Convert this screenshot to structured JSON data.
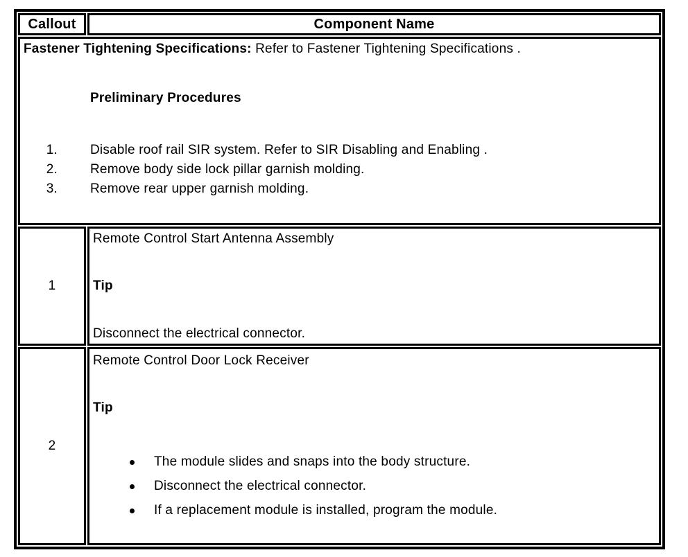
{
  "colors": {
    "border": "#000000",
    "background": "#ffffff",
    "text": "#000000"
  },
  "table": {
    "header": {
      "callout_label": "Callout",
      "component_label": "Component Name"
    },
    "intro": {
      "lead_bold": "Fastener Tightening Specifications:",
      "lead_rest": " Refer to Fastener Tightening Specifications .",
      "subheading": "Preliminary Procedures",
      "step_markers": [
        "1.",
        "2.",
        "3."
      ],
      "steps": [
        "Disable roof rail SIR system. Refer to SIR Disabling and Enabling .",
        "Remove body side lock pillar garnish molding.",
        "Remove rear upper garnish molding."
      ]
    },
    "rows": [
      {
        "callout": "1",
        "title": "Remote Control Start Antenna Assembly",
        "tip_label": "Tip",
        "tip_text": "Disconnect the electrical connector."
      },
      {
        "callout": "2",
        "title": "Remote Control Door Lock Receiver",
        "tip_label": "Tip",
        "bullets": [
          "The module slides and snaps into the body structure.",
          "Disconnect the electrical connector.",
          "If a replacement module is installed, program the module."
        ]
      }
    ]
  }
}
